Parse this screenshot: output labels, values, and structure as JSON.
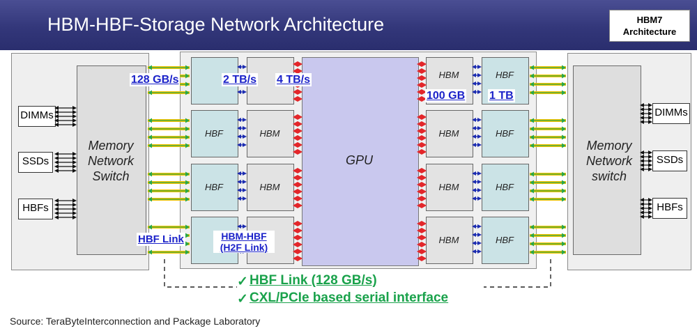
{
  "title": "HBM-HBF-Storage Network Architecture",
  "badge": {
    "line1": "HBM7",
    "line2": "Architecture"
  },
  "gpu_label": "GPU",
  "left_switch": {
    "line1": "Memory",
    "line2": "Network",
    "line3": "Switch"
  },
  "right_switch": {
    "line1": "Memory",
    "line2": "Network",
    "line3": "switch"
  },
  "left_devices": [
    "DIMMs",
    "SSDs",
    "HBFs"
  ],
  "right_devices": [
    "DIMMs",
    "SSDs",
    "HBFs"
  ],
  "cells": {
    "hbf": "HBF",
    "hbm": "HBM"
  },
  "labels": {
    "bw_128": "128 GB/s",
    "bw_2tb": "2 TB/s",
    "bw_4tb": "4 TB/s",
    "cap_100gb": "100 GB",
    "cap_1tb": "1 TB",
    "hbf_link": "HBF Link",
    "h2f_line1": "HBM-HBF",
    "h2f_line2": "(H2F Link)"
  },
  "notes": [
    "HBF Link (128 GB/s)",
    "CXL/PCIe based serial interface"
  ],
  "source": "Source: TeraByteInterconnection and Package Laboratory",
  "colors": {
    "title_bg": "#33377a",
    "gpu": "#c9c8ee",
    "hbf": "#cbe3e6",
    "hbm": "#e3e3e3",
    "link_yellow": "#f5c200",
    "link_green": "#2aa84a",
    "arrow_red": "#e3262a",
    "arrow_blue": "#1b2bb0",
    "label_blue": "#1b22c9",
    "note_green": "#1aa24b"
  }
}
